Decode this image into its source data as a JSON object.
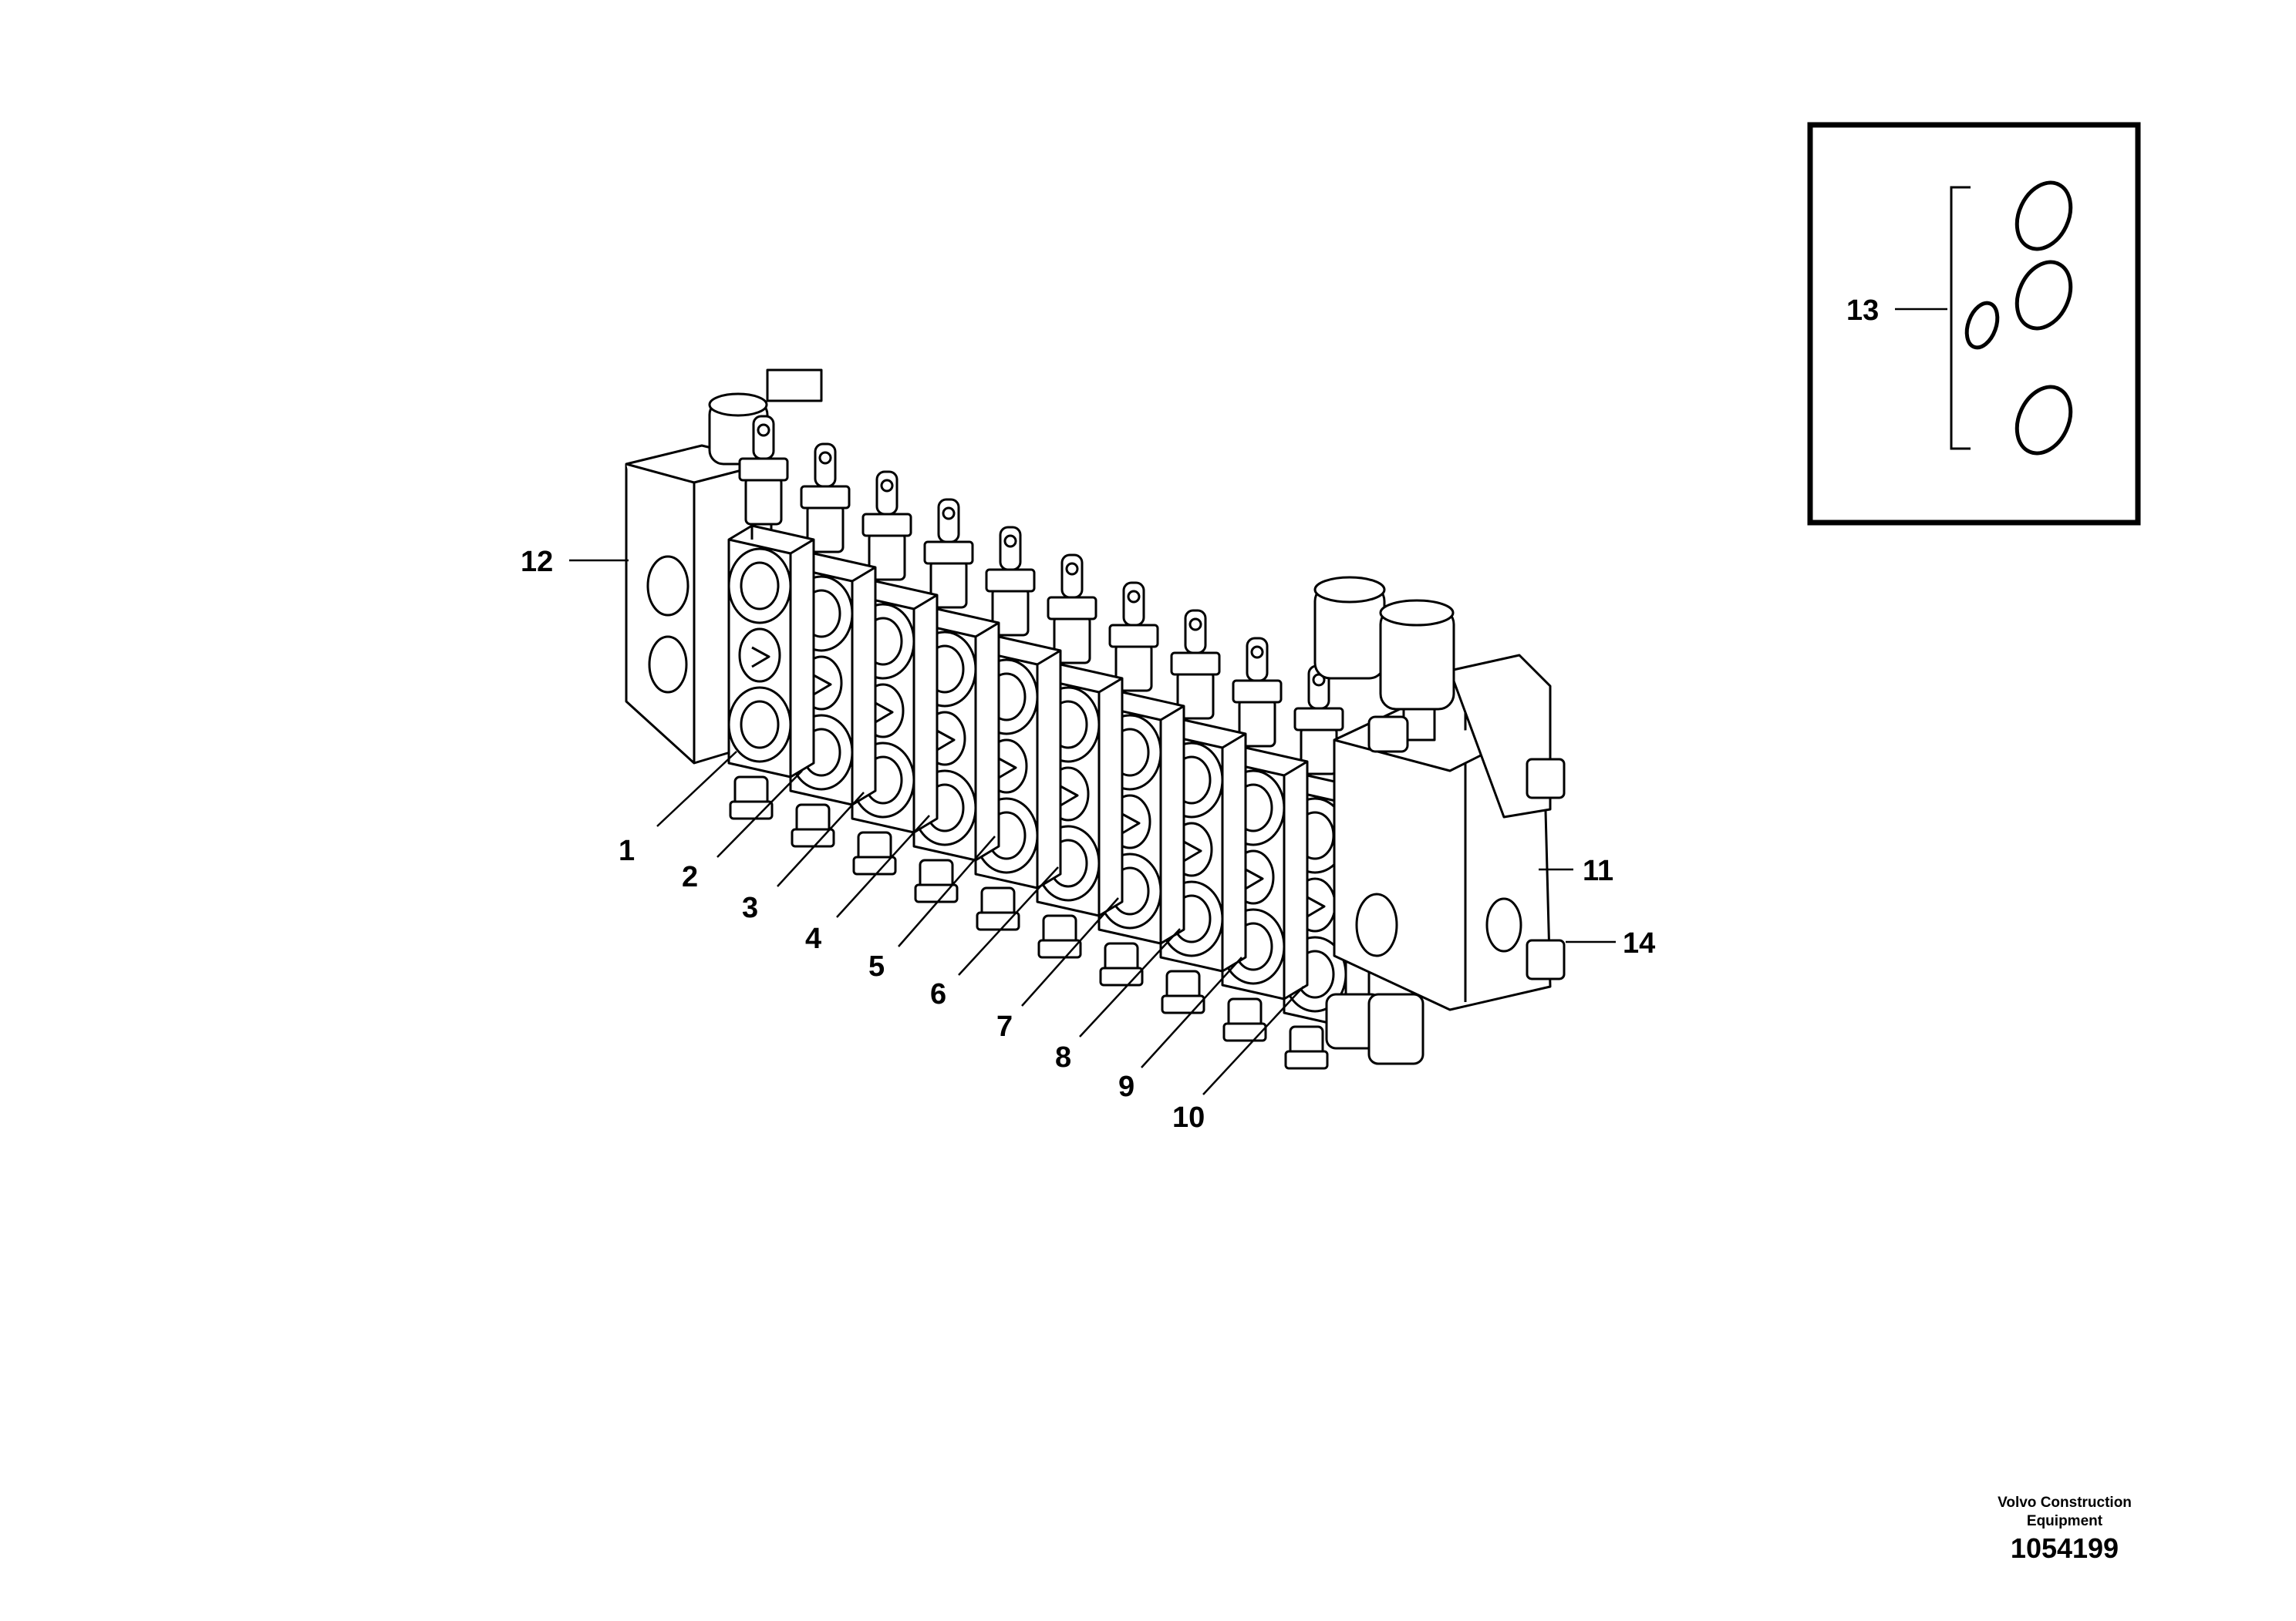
{
  "callouts": {
    "c1": "1",
    "c2": "2",
    "c3": "3",
    "c4": "4",
    "c5": "5",
    "c6": "6",
    "c7": "7",
    "c8": "8",
    "c9": "9",
    "c10": "10",
    "c11": "11",
    "c12": "12",
    "c13": "13",
    "c14": "14"
  },
  "footer": {
    "company_line1": "Volvo Construction",
    "company_line2": "Equipment",
    "illustration_number": "1054199"
  },
  "icons": {
    "valve": "control-valve-drawing",
    "seals": "o-ring-kit-icon"
  }
}
